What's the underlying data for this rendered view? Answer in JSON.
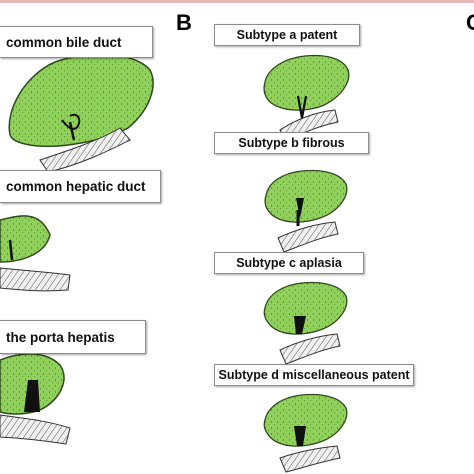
{
  "panels": {
    "b_letter": "B",
    "c_letter_partial": "C"
  },
  "left_column": [
    {
      "label": "common bile duct"
    },
    {
      "label": "common hepatic duct"
    },
    {
      "label": "the porta hepatis"
    }
  ],
  "right_column": [
    {
      "label": "Subtype a patent"
    },
    {
      "label": "Subtype b fibrous"
    },
    {
      "label": "Subtype c aplasia"
    },
    {
      "label": "Subtype d miscellaneous patent"
    }
  ],
  "colors": {
    "liver_fill": "#8fd15a",
    "liver_stroke": "#2f4a1e",
    "duct": "#111111",
    "vessel": "#e6e6e6"
  }
}
